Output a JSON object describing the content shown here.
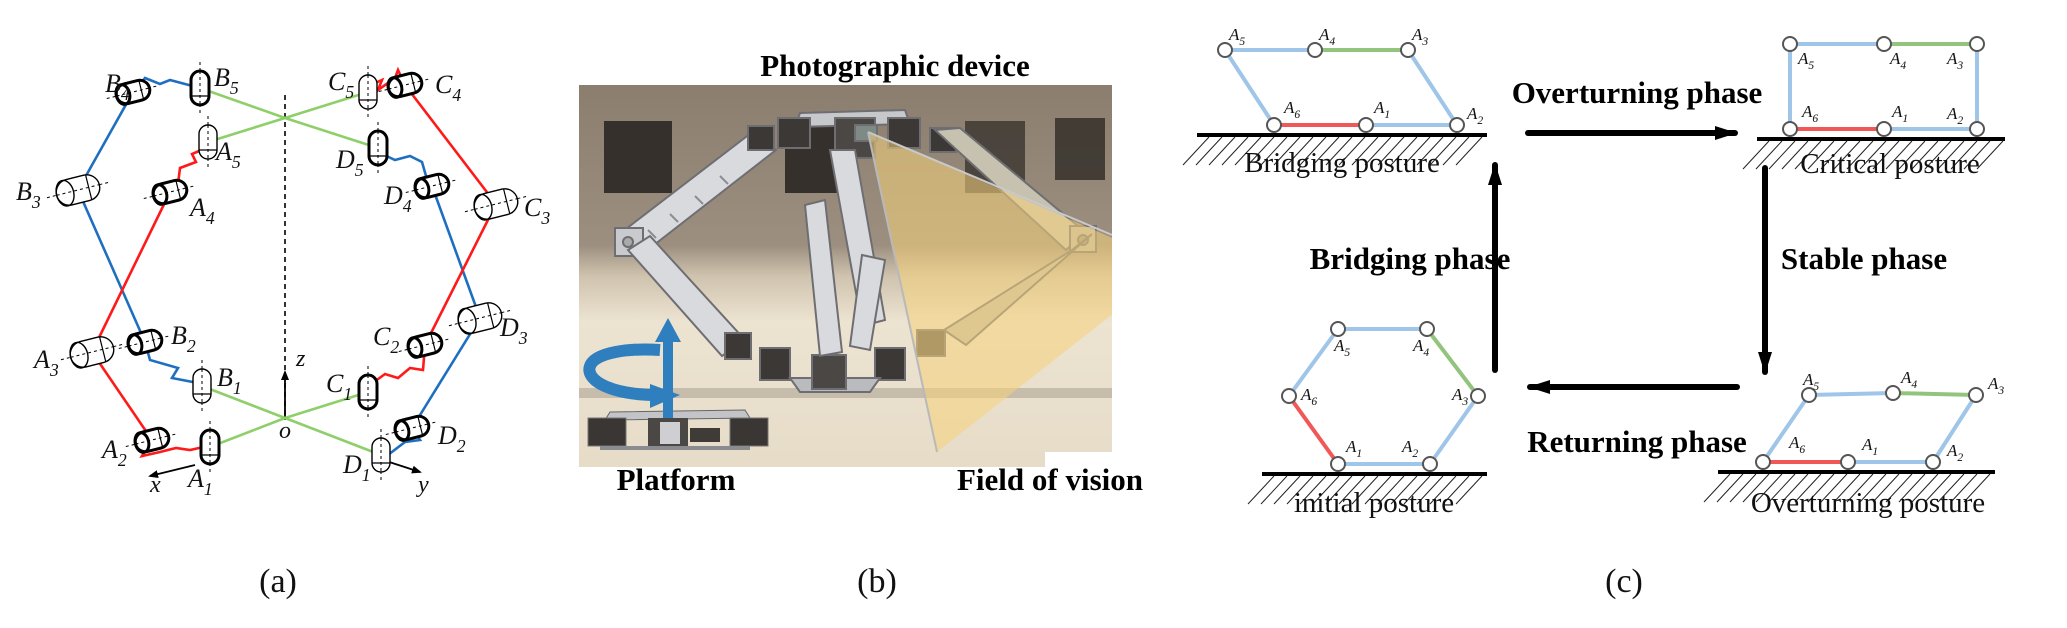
{
  "colors": {
    "a_blue": "#1f6fc0",
    "a_red": "#ff1a1a",
    "a_green": "#8fcf6a",
    "c_blue": "#9fc5e8",
    "c_green": "#93c47d",
    "c_red": "#f25757",
    "node_stroke": "#555555",
    "fov_fill": "#f6d27a",
    "photo_top": "#8e8172",
    "photo_bottom": "#e9dfcb",
    "rotate_arrow": "#2f7fbf"
  },
  "panel_a": {
    "caption": "(a)",
    "origin_label": "o",
    "axis_labels": {
      "x": "x",
      "y": "y",
      "z": "z"
    },
    "joints": [
      {
        "id": "B4",
        "base": "B",
        "sub": "4"
      },
      {
        "id": "B5",
        "base": "B",
        "sub": "5"
      },
      {
        "id": "A5",
        "base": "A",
        "sub": "5"
      },
      {
        "id": "B3",
        "base": "B",
        "sub": "3"
      },
      {
        "id": "A4",
        "base": "A",
        "sub": "4"
      },
      {
        "id": "A3",
        "base": "A",
        "sub": "3"
      },
      {
        "id": "B2",
        "base": "B",
        "sub": "2"
      },
      {
        "id": "B1",
        "base": "B",
        "sub": "1"
      },
      {
        "id": "A2",
        "base": "A",
        "sub": "2"
      },
      {
        "id": "A1",
        "base": "A",
        "sub": "1"
      },
      {
        "id": "C5",
        "base": "C",
        "sub": "5"
      },
      {
        "id": "C4",
        "base": "C",
        "sub": "4"
      },
      {
        "id": "D5",
        "base": "D",
        "sub": "5"
      },
      {
        "id": "D4",
        "base": "D",
        "sub": "4"
      },
      {
        "id": "C3",
        "base": "C",
        "sub": "3"
      },
      {
        "id": "D3",
        "base": "D",
        "sub": "3"
      },
      {
        "id": "C2",
        "base": "C",
        "sub": "2"
      },
      {
        "id": "C1",
        "base": "C",
        "sub": "1"
      },
      {
        "id": "D2",
        "base": "D",
        "sub": "2"
      },
      {
        "id": "D1",
        "base": "D",
        "sub": "1"
      }
    ]
  },
  "panel_b": {
    "caption": "(b)",
    "top_label": "Photographic device",
    "platform_label": "Platform",
    "fov_label": "Field of vision"
  },
  "panel_c": {
    "caption": "(c)",
    "phases": {
      "overturning": "Overturning phase",
      "stable": "Stable phase",
      "returning": "Returning phase",
      "bridging": "Bridging phase"
    },
    "postures": [
      {
        "key": "bridging",
        "label": "Bridging posture",
        "links": [
          [
            "A5",
            "A4",
            "blue"
          ],
          [
            "A4",
            "A3",
            "green"
          ],
          [
            "A3",
            "A2",
            "blue"
          ],
          [
            "A2",
            "A1",
            "blue"
          ],
          [
            "A1",
            "A6",
            "red"
          ],
          [
            "A6",
            "A5",
            "blue"
          ]
        ]
      },
      {
        "key": "critical",
        "label": "Critical posture",
        "links": [
          [
            "A5",
            "A4",
            "blue"
          ],
          [
            "A4",
            "A3",
            "green"
          ],
          [
            "A3",
            "A2",
            "blue"
          ],
          [
            "A2",
            "A1",
            "blue"
          ],
          [
            "A1",
            "A6",
            "red"
          ],
          [
            "A6",
            "A5",
            "blue"
          ]
        ]
      },
      {
        "key": "initial",
        "label": "initial posture",
        "links": [
          [
            "A5",
            "A4",
            "blue"
          ],
          [
            "A4",
            "A3",
            "green"
          ],
          [
            "A3",
            "A2",
            "blue"
          ],
          [
            "A2",
            "A1",
            "blue"
          ],
          [
            "A1",
            "A6",
            "red"
          ],
          [
            "A6",
            "A5",
            "blue"
          ]
        ]
      },
      {
        "key": "overturning",
        "label": "Overturning posture",
        "links": [
          [
            "A5",
            "A4",
            "blue"
          ],
          [
            "A4",
            "A3",
            "green"
          ],
          [
            "A3",
            "A2",
            "blue"
          ],
          [
            "A2",
            "A1",
            "blue"
          ],
          [
            "A1",
            "A6",
            "red"
          ],
          [
            "A6",
            "A5",
            "blue"
          ]
        ]
      }
    ],
    "node_names": [
      "A1",
      "A2",
      "A3",
      "A4",
      "A5",
      "A6"
    ]
  }
}
